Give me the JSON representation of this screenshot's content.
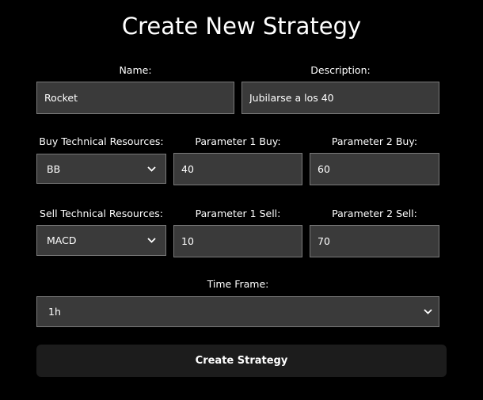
{
  "title": "Create New Strategy",
  "name": {
    "label": "Name:",
    "value": "Rocket"
  },
  "description": {
    "label": "Description:",
    "value": "Jubilarse a los 40"
  },
  "buy": {
    "resources_label": "Buy Technical Resources:",
    "resources_value": "BB",
    "param1_label": "Parameter 1 Buy:",
    "param1_value": "40",
    "param2_label": "Parameter 2 Buy:",
    "param2_value": "60"
  },
  "sell": {
    "resources_label": "Sell Technical Resources:",
    "resources_value": "MACD",
    "param1_label": "Parameter 1 Sell:",
    "param1_value": "10",
    "param2_label": "Parameter 2 Sell:",
    "param2_value": "70"
  },
  "timeframe": {
    "label": "Time Frame:",
    "value": "1h"
  },
  "submit_label": "Create Strategy",
  "icons": {
    "select_chevron": "chevron-down-icon"
  },
  "colors": {
    "background": "#000000",
    "field_background": "#3a3a3a",
    "field_border": "#7a7a7a",
    "button_background": "#1c1c1c",
    "text": "#ffffff"
  }
}
